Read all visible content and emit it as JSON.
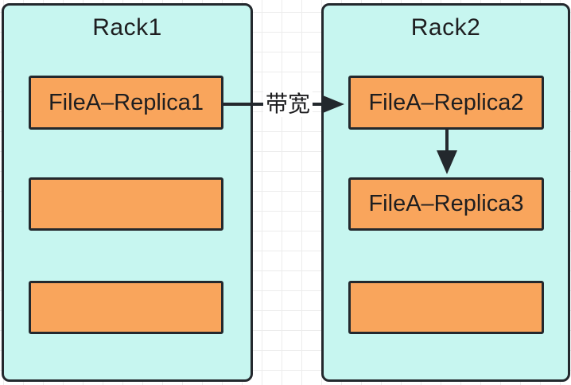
{
  "diagram": {
    "racks": [
      {
        "title": "Rack1",
        "nodes": [
          {
            "label": "FileA–Replica1"
          },
          {
            "label": ""
          },
          {
            "label": ""
          }
        ]
      },
      {
        "title": "Rack2",
        "nodes": [
          {
            "label": "FileA–Replica2"
          },
          {
            "label": "FileA–Replica3"
          },
          {
            "label": ""
          }
        ]
      }
    ],
    "edges": [
      {
        "from": "FileA–Replica1",
        "to": "FileA–Replica2",
        "label": "带宽"
      },
      {
        "from": "FileA–Replica2",
        "to": "FileA–Replica3",
        "label": ""
      }
    ],
    "colors": {
      "rack_fill": "#c7f6f0",
      "node_fill": "#f9a55c",
      "stroke": "#23282d",
      "text": "#1e1e20",
      "grid_line": "#ececec",
      "canvas": "#ffffff"
    }
  }
}
